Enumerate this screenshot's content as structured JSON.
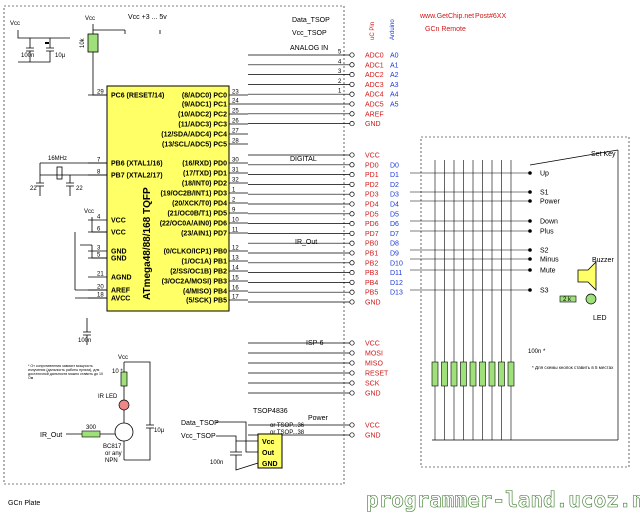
{
  "header": {
    "vcc_supply": "Vcc    +3 ... 5v",
    "data_tsop": "Data_TSOP",
    "vcc_tsop": "Vcc_TSOP",
    "site": "www.GetChip.net",
    "post": "Post#6XX",
    "remote": "GCn Remote",
    "col_pin": "uC Pin",
    "col_arduino": "Arduino"
  },
  "mcu": {
    "name": "ATmega48/88/168 TQFP",
    "left_pins": [
      {
        "num": "29",
        "label": "PC6 (RESET/14)"
      },
      {
        "num": "7",
        "label": "PB6 (XTAL1/16)"
      },
      {
        "num": "8",
        "label": "PB7 (XTAL2/17)"
      },
      {
        "num": "4",
        "label": "VCC"
      },
      {
        "num": "6",
        "label": "VCC"
      },
      {
        "num": "3",
        "label": "GND"
      },
      {
        "num": "5",
        "label": "GND"
      },
      {
        "num": "21",
        "label": "AGND"
      },
      {
        "num": "20",
        "label": "AREF"
      },
      {
        "num": "18",
        "label": "AVCC"
      }
    ],
    "right_pins": [
      {
        "num": "23",
        "label": "(8/ADC0) PC0"
      },
      {
        "num": "24",
        "label": "(9/ADC1) PC1"
      },
      {
        "num": "25",
        "label": "(10/ADC2) PC2"
      },
      {
        "num": "26",
        "label": "(11/ADC3) PC3"
      },
      {
        "num": "27",
        "label": "(12/SDA/ADC4) PC4"
      },
      {
        "num": "28",
        "label": "(13/SCL/ADC5) PC5"
      },
      {
        "num": "30",
        "label": "(16/RXD) PD0"
      },
      {
        "num": "31",
        "label": "(17/TXD) PD1"
      },
      {
        "num": "32",
        "label": "(18/INT0) PD2"
      },
      {
        "num": "1",
        "label": "(19/OC2B/INT1) PD3"
      },
      {
        "num": "2",
        "label": "(20/XCK/T0) PD4"
      },
      {
        "num": "9",
        "label": "(21/OC0B/T1) PD5"
      },
      {
        "num": "10",
        "label": "(22/OC0A/AIN0) PD6"
      },
      {
        "num": "11",
        "label": "(23/AIN1) PD7"
      },
      {
        "num": "12",
        "label": "(0/CLKO/ICP1) PB0"
      },
      {
        "num": "13",
        "label": "(1/OC1A) PB1"
      },
      {
        "num": "14",
        "label": "(2/SS/OC1B) PB2"
      },
      {
        "num": "15",
        "label": "(3/OC2A/MOSI) PB3"
      },
      {
        "num": "16",
        "label": "(4/MISO) PB4"
      },
      {
        "num": "17",
        "label": "(5/SCK) PB5"
      }
    ]
  },
  "analog": {
    "title": "ANALOG IN",
    "rows": [
      {
        "num": "5",
        "pin": "ADC0",
        "ard": "A0"
      },
      {
        "num": "4",
        "pin": "ADC1",
        "ard": "A1"
      },
      {
        "num": "3",
        "pin": "ADC2",
        "ard": "A2"
      },
      {
        "num": "2",
        "pin": "ADC3",
        "ard": "A3"
      },
      {
        "num": "1",
        "pin": "ADC4",
        "ard": "A4"
      },
      {
        "num": "",
        "pin": "ADC5",
        "ard": "A5"
      },
      {
        "num": "",
        "pin": "AREF",
        "ard": ""
      },
      {
        "num": "",
        "pin": "GND",
        "ard": ""
      }
    ]
  },
  "digital": {
    "title": "DIGITAL",
    "rows": [
      {
        "pin": "VCC",
        "ard": ""
      },
      {
        "pin": "PD0",
        "ard": "D0"
      },
      {
        "pin": "PD1",
        "ard": "D1"
      },
      {
        "pin": "PD2",
        "ard": "D2"
      },
      {
        "pin": "PD3",
        "ard": "D3"
      },
      {
        "pin": "PD4",
        "ard": "D4"
      },
      {
        "pin": "PD5",
        "ard": "D5"
      },
      {
        "pin": "PD6",
        "ard": "D6"
      },
      {
        "pin": "PD7",
        "ard": "D7"
      },
      {
        "pin": "PB0",
        "ard": "D8"
      },
      {
        "pin": "PB1",
        "ard": "D9"
      },
      {
        "pin": "PB2",
        "ard": "D10"
      },
      {
        "pin": "PB3",
        "ard": "D11"
      },
      {
        "pin": "PB4",
        "ard": "D12"
      },
      {
        "pin": "PB5",
        "ard": "D13"
      },
      {
        "pin": "GND",
        "ard": ""
      }
    ]
  },
  "isp": {
    "title": "ISP-6",
    "rows": [
      "VCC",
      "MOSI",
      "MISO",
      "RESET",
      "SCK",
      "GND"
    ]
  },
  "power": {
    "title": "Power",
    "rows": [
      "VCC",
      "GND"
    ]
  },
  "remote_keys": [
    "Up",
    "S1",
    "Power",
    "Down",
    "Plus",
    "S2",
    "Minus",
    "Mute",
    "S3"
  ],
  "labels": {
    "set_key": "Set Key",
    "buzzer": "Buzzer",
    "led": "LED",
    "ir_led": "IR LED",
    "ir_out": "IR_Out",
    "ir_out2": "IR_Out",
    "bc817": "BC817",
    "or_any": "or any",
    "npn": "NPN",
    "tsop_name": "TSOP4836",
    "tsop_alt1": "or TSOP...36",
    "tsop_alt2": "or TSOP...38",
    "tsop_vcc": "Vcc",
    "tsop_out": "Out",
    "tsop_gnd": "GND",
    "data_tsop2": "Data_TSOP",
    "vcc_tsop2": "Vcc_TSOP",
    "r_10k": "10k",
    "c_100n": "100n",
    "c_10u": "10µ",
    "xtal": "16MHz",
    "c22a": "22",
    "c22b": "22",
    "c_100n_b": "100n",
    "c_100n_c": "100n",
    "c_100n_star": "100n *",
    "r_300": "300",
    "r_10": "10 *",
    "c_10u_b": "10µ",
    "vcc": "Vcc",
    "note_left": "* От сопротивления зависит мощность излучения (дальность работы пульта), для достаточной дальности можно ставить до 10 Ом",
    "note_right": "* Для схемы кнопок ставить в 5 местах",
    "plate": "GCn Plate",
    "resistor_tag": "2 k"
  },
  "watermark": "programmer-land.ucoz.net",
  "colors": {
    "chip": "#ffff66",
    "resistor": "#9fe07a",
    "blue_text": "#1a3bd6",
    "red_text": "#d01818",
    "watermark_bg": "#3a7a2a"
  }
}
